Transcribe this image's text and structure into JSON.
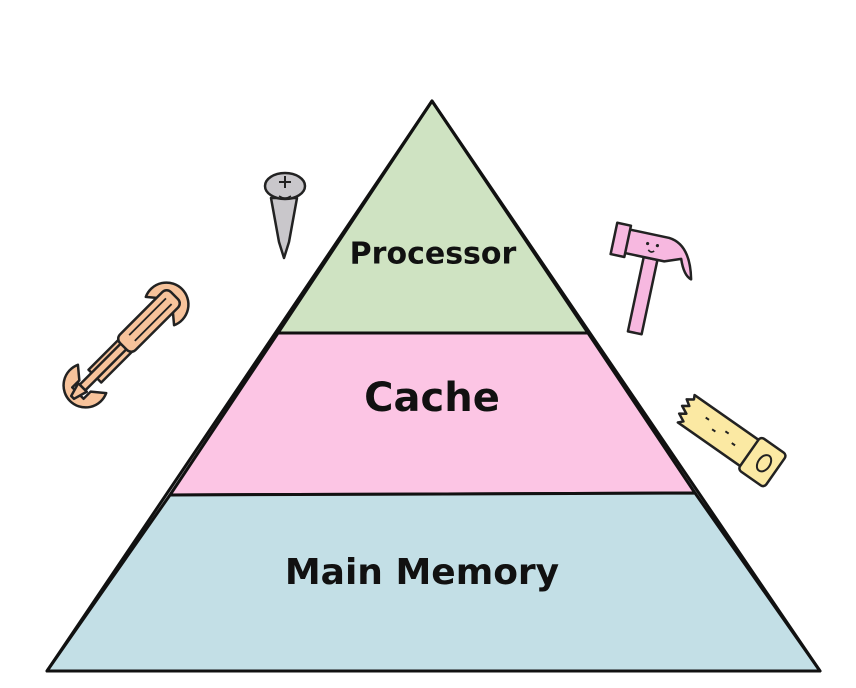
{
  "pyramid": {
    "tiers": [
      {
        "label": "Processor",
        "color": "#cfe3c2"
      },
      {
        "label": "Cache",
        "color": "#fcc5e4"
      },
      {
        "label": "Main Memory",
        "color": "#c3dfe6"
      }
    ],
    "outline_color": "#111111"
  },
  "decorations": {
    "tools": [
      {
        "icon": "screw-icon",
        "color": "#c9c7cb"
      },
      {
        "icon": "wrench-and-screwdriver-icon",
        "color": "#f7c39b"
      },
      {
        "icon": "hammer-icon",
        "color": "#f7b8e0"
      },
      {
        "icon": "saw-icon",
        "color": "#fbe9a3"
      }
    ]
  }
}
